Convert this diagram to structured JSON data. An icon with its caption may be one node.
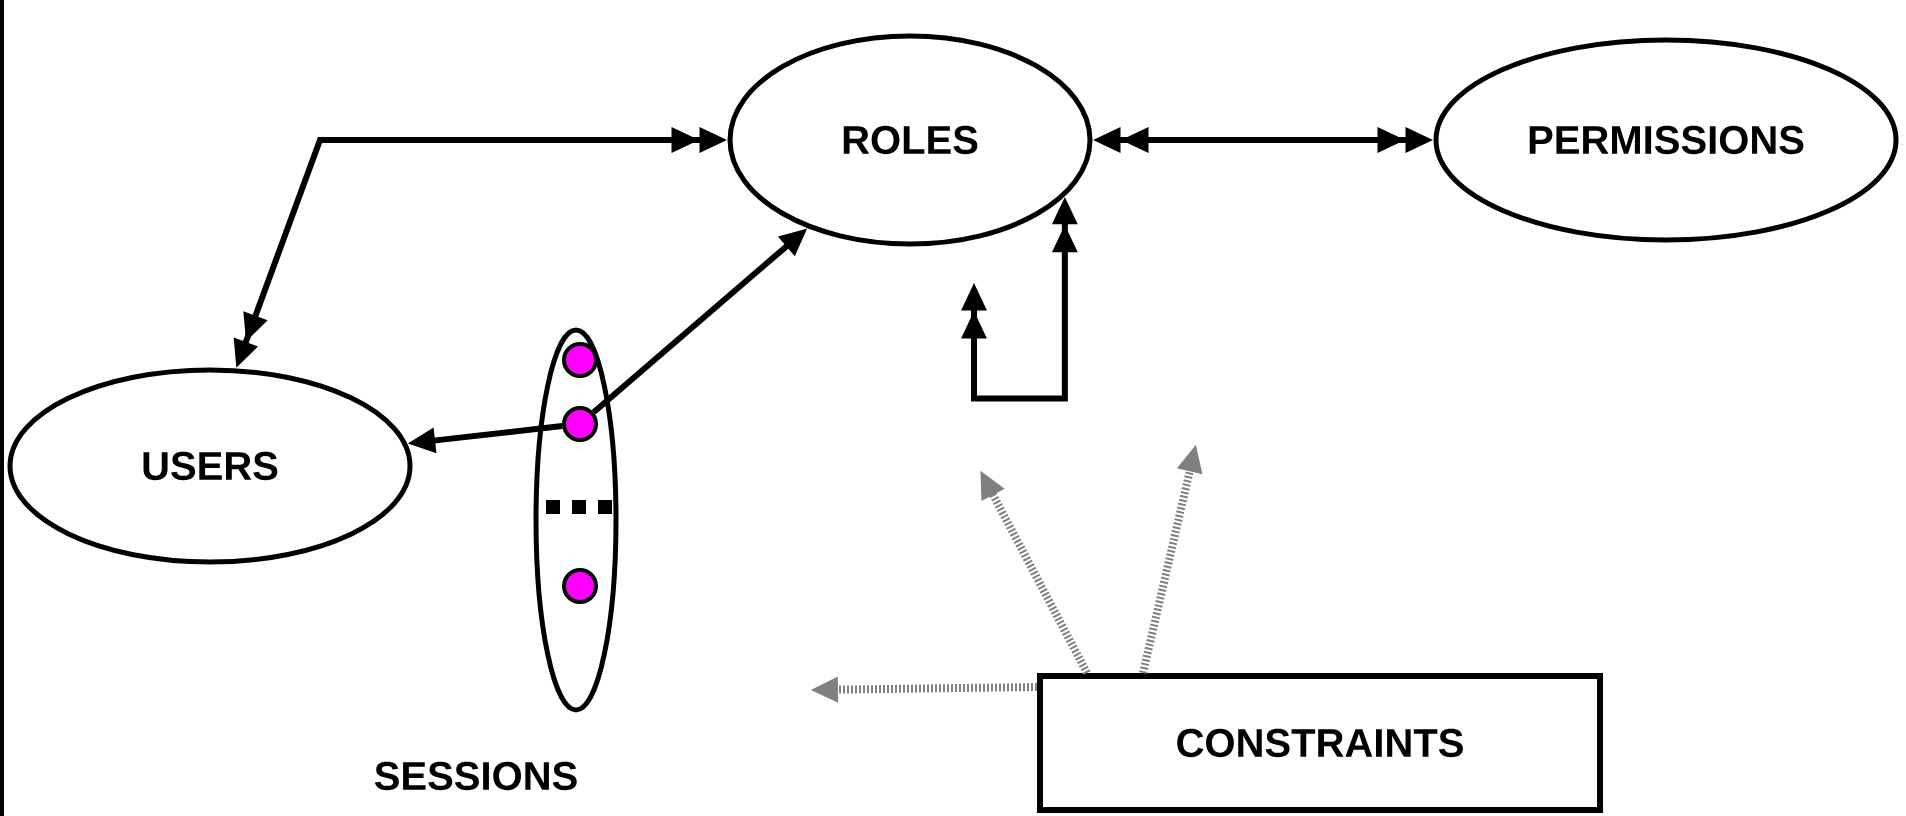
{
  "diagram": {
    "nodes": [
      {
        "text": [
          "USERS"
        ]
      },
      {
        "text": [
          "ROLES"
        ]
      },
      {
        "text": [
          "PERMISSIONS"
        ]
      },
      {
        "text": [
          "SESSIONS"
        ]
      },
      {
        "text": [],
        "shape": "circle",
        "in": 3
      },
      {
        "text": [],
        "shape": "circle",
        "in": 3
      },
      {
        "text": [],
        "shape": "circle",
        "in": 3
      },
      {
        "text": [
          "CONSTRAINTS"
        ]
      }
    ],
    "edges": [
      {
        "from": 0,
        "to": 1,
        "arrow": "both"
      },
      {
        "from": 1,
        "to": 2,
        "arrow": "both"
      },
      {
        "from": 5,
        "to": 0,
        "arrow": "to"
      },
      {
        "from": 5,
        "to": 1,
        "arrow": "to"
      },
      {
        "from": 1,
        "to": 1,
        "arrow": "both"
      },
      {
        "from": 7,
        "to": null,
        "arrow": "to",
        "style": "dashed",
        "color": "#808080"
      },
      {
        "from": 7,
        "to": null,
        "arrow": "to",
        "style": "dashed",
        "color": "#808080"
      },
      {
        "from": 7,
        "to": null,
        "arrow": "to",
        "style": "dashed",
        "color": "#808080"
      }
    ]
  }
}
